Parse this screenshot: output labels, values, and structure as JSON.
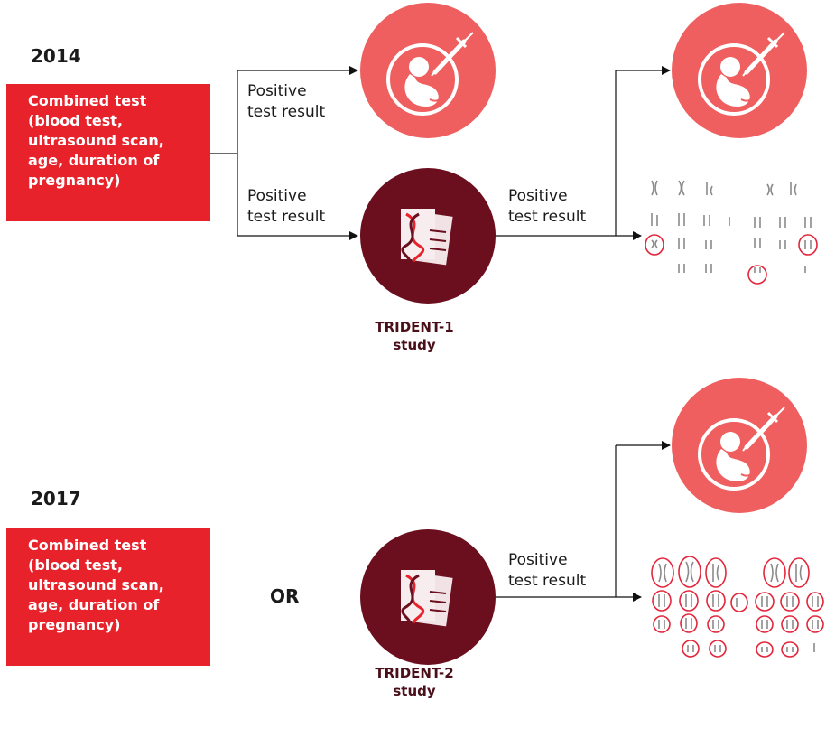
{
  "colors": {
    "red_box": "#e8222b",
    "salmon_circle": "#ef5f5f",
    "maroon_circle": "#6b0f1e",
    "chromosome_highlight": "#e3263b"
  },
  "icons": {
    "fetus_syringe": "fetus-with-syringe-icon",
    "dna_document": "dna-document-icon",
    "karyotype": "karyotype-icon"
  },
  "panel_2014": {
    "year": "2014",
    "combined_test_lines": [
      "Combined test",
      "(blood test,",
      "ultrasound scan,",
      "age, duration of",
      "pregnancy)"
    ],
    "label_top": [
      "Positive",
      "test result"
    ],
    "label_bottom": [
      "Positive",
      "test result"
    ],
    "label_right": [
      "Positive",
      "test result"
    ],
    "study_lines": [
      "TRIDENT-1",
      "study"
    ]
  },
  "panel_2017": {
    "year": "2017",
    "combined_test_lines": [
      "Combined test",
      "(blood test,",
      "ultrasound scan,",
      "age, duration of",
      "pregnancy)"
    ],
    "or_text": "OR",
    "label_right": [
      "Positive",
      "test result"
    ],
    "study_lines": [
      "TRIDENT-2",
      "study"
    ]
  }
}
